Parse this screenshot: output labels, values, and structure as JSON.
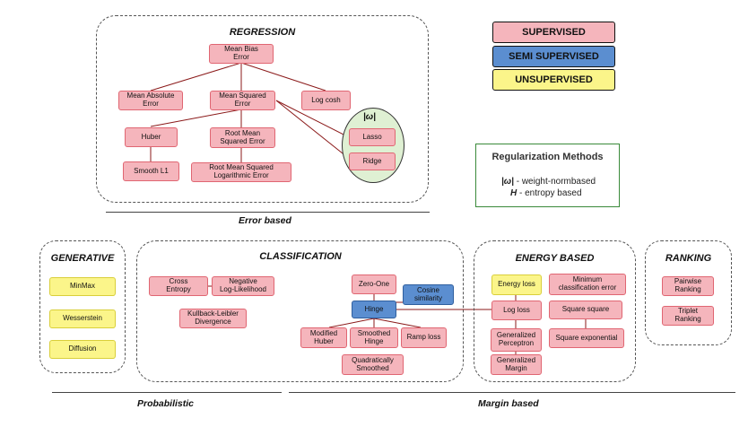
{
  "legend": {
    "supervised": "SUPERVISED",
    "semi_supervised": "SEMI SUPERVISED",
    "unsupervised": "UNSUPERVISED",
    "colors": {
      "supervised": "#f5b5bc",
      "semi_supervised": "#5b8ed0",
      "unsupervised": "#fbf58a"
    }
  },
  "regularization": {
    "title": "Regularization Methods",
    "weight_symbol": "|ω|",
    "weight_text": " - weight-normbased",
    "entropy_symbol": "H",
    "entropy_text": " - entropy based"
  },
  "regions": {
    "regression": "REGRESSION",
    "generative": "GENERATIVE",
    "classification": "CLASSIFICATION",
    "energy": "ENERGY BASED",
    "ranking": "RANKING"
  },
  "categories": {
    "error_based": "Error based",
    "probabilistic": "Probabilistic",
    "margin_based": "Margin based"
  },
  "omega_label": "|ω|",
  "nodes": {
    "mbe": "Mean Bias\nError",
    "mae": "Mean Absolute\nError",
    "mse": "Mean Squared\nError",
    "logcosh": "Log cosh",
    "huber": "Huber",
    "rmse": "Root Mean\nSquared Error",
    "lasso": "Lasso",
    "ridge": "Ridge",
    "smoothl1": "Smooth L1",
    "rmsle": "Root Mean Squared\nLogarithmic Error",
    "minmax": "MinMax",
    "wesserstein": "Wesserstein",
    "diffusion": "Diffusion",
    "crossentropy": "Cross\nEntropy",
    "nll": "Negative\nLog-Likelihood",
    "kl": "Kullback-Leibler\nDivergence",
    "zeroone": "Zero-One",
    "cosine": "Cosine\nsimilarity",
    "hinge": "Hinge",
    "modhuber": "Modified\nHuber",
    "smoothhinge": "Smoothed\nHinge",
    "ramp": "Ramp loss",
    "quadsmooth": "Quadratically\nSmoothed",
    "energyloss": "Energy loss",
    "minclass": "Minimum\nclassification error",
    "logloss": "Log loss",
    "squaresquare": "Square square",
    "genperceptron": "Generalized\nPerceptron",
    "squareexp": "Square exponential",
    "genmargin": "Generalized\nMargin",
    "pairwise": "Pairwise\nRanking",
    "triplet": "Triplet\nRanking"
  }
}
